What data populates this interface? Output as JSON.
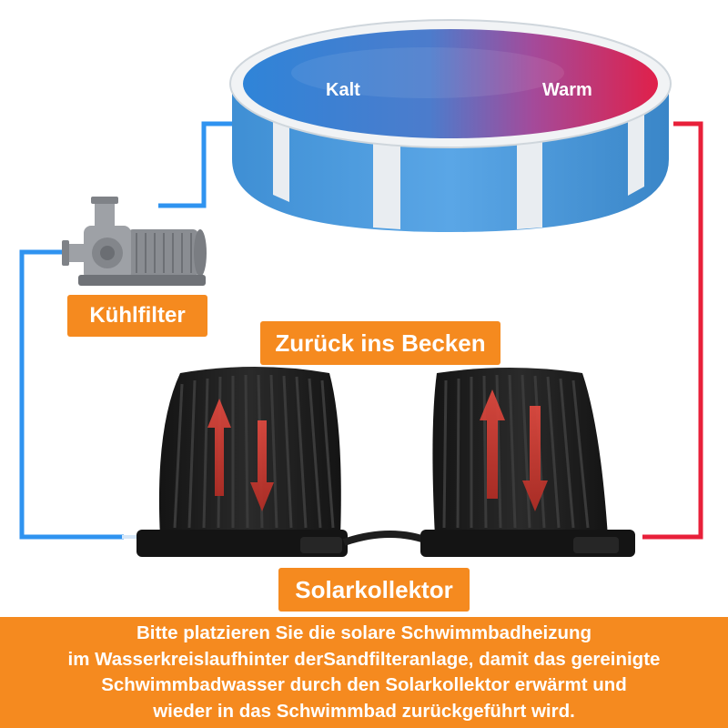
{
  "pool": {
    "cold_label": "Kalt",
    "warm_label": "Warm"
  },
  "labels": {
    "filter": "Kühlfilter",
    "return": "Zurück ins Becken",
    "collector": "Solarkollektor"
  },
  "caption": {
    "lines": [
      "Bitte platzieren Sie die solare Schwimmbadheizung",
      "im Wasserkreislaufhinter derSandfilteranlage, damit das gereinigte",
      "Schwimmbadwasser durch den Solarkollektor erwärmt und",
      "wieder in das Schwimmbad zurückgeführt wird."
    ]
  },
  "colors": {
    "accent": "#f58a1f",
    "cold_pipe": "#2f93f0",
    "warm_pipe": "#e8203a",
    "pool_blue": "#3b86c9",
    "panel": "#1c1c1c"
  }
}
